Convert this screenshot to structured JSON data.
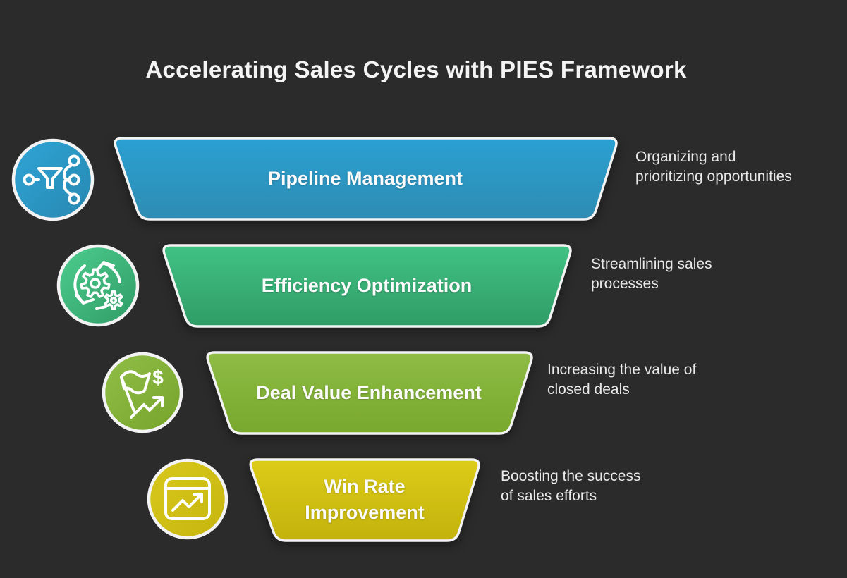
{
  "title": "Accelerating Sales Cycles with PIES Framework",
  "background_color": "#2b2b2b",
  "text_color": "#f4f4f4",
  "rows": [
    {
      "label": "Pipeline Management",
      "description": "Organizing and\nprioritizing opportunities",
      "icon": "funnel-branch-icon",
      "color_top": "#2aa0d2",
      "color_bottom": "#2e8cb2",
      "icon_color_top": "#2ea5d6",
      "icon_color_bottom": "#2887b0"
    },
    {
      "label": "Efficiency Optimization",
      "description": "Streamlining sales\nprocesses",
      "icon": "gears-cycle-icon",
      "color_top": "#41c285",
      "color_bottom": "#2f9c66",
      "icon_color_top": "#4ecd8f",
      "icon_color_bottom": "#2f9c66"
    },
    {
      "label": "Deal Value Enhancement",
      "description": "Increasing the value of\nclosed deals",
      "icon": "flag-dollar-trend-icon",
      "color_top": "#8ebc45",
      "color_bottom": "#78a82c",
      "icon_color_top": "#90be48",
      "icon_color_bottom": "#76a42a"
    },
    {
      "label": "Win Rate Improvement",
      "description": "Boosting the success\nof sales efforts",
      "icon": "window-chart-icon",
      "color_top": "#ddcc18",
      "color_bottom": "#c2b20c",
      "icon_color_top": "#d9c81b",
      "icon_color_bottom": "#c6b50e"
    }
  ]
}
